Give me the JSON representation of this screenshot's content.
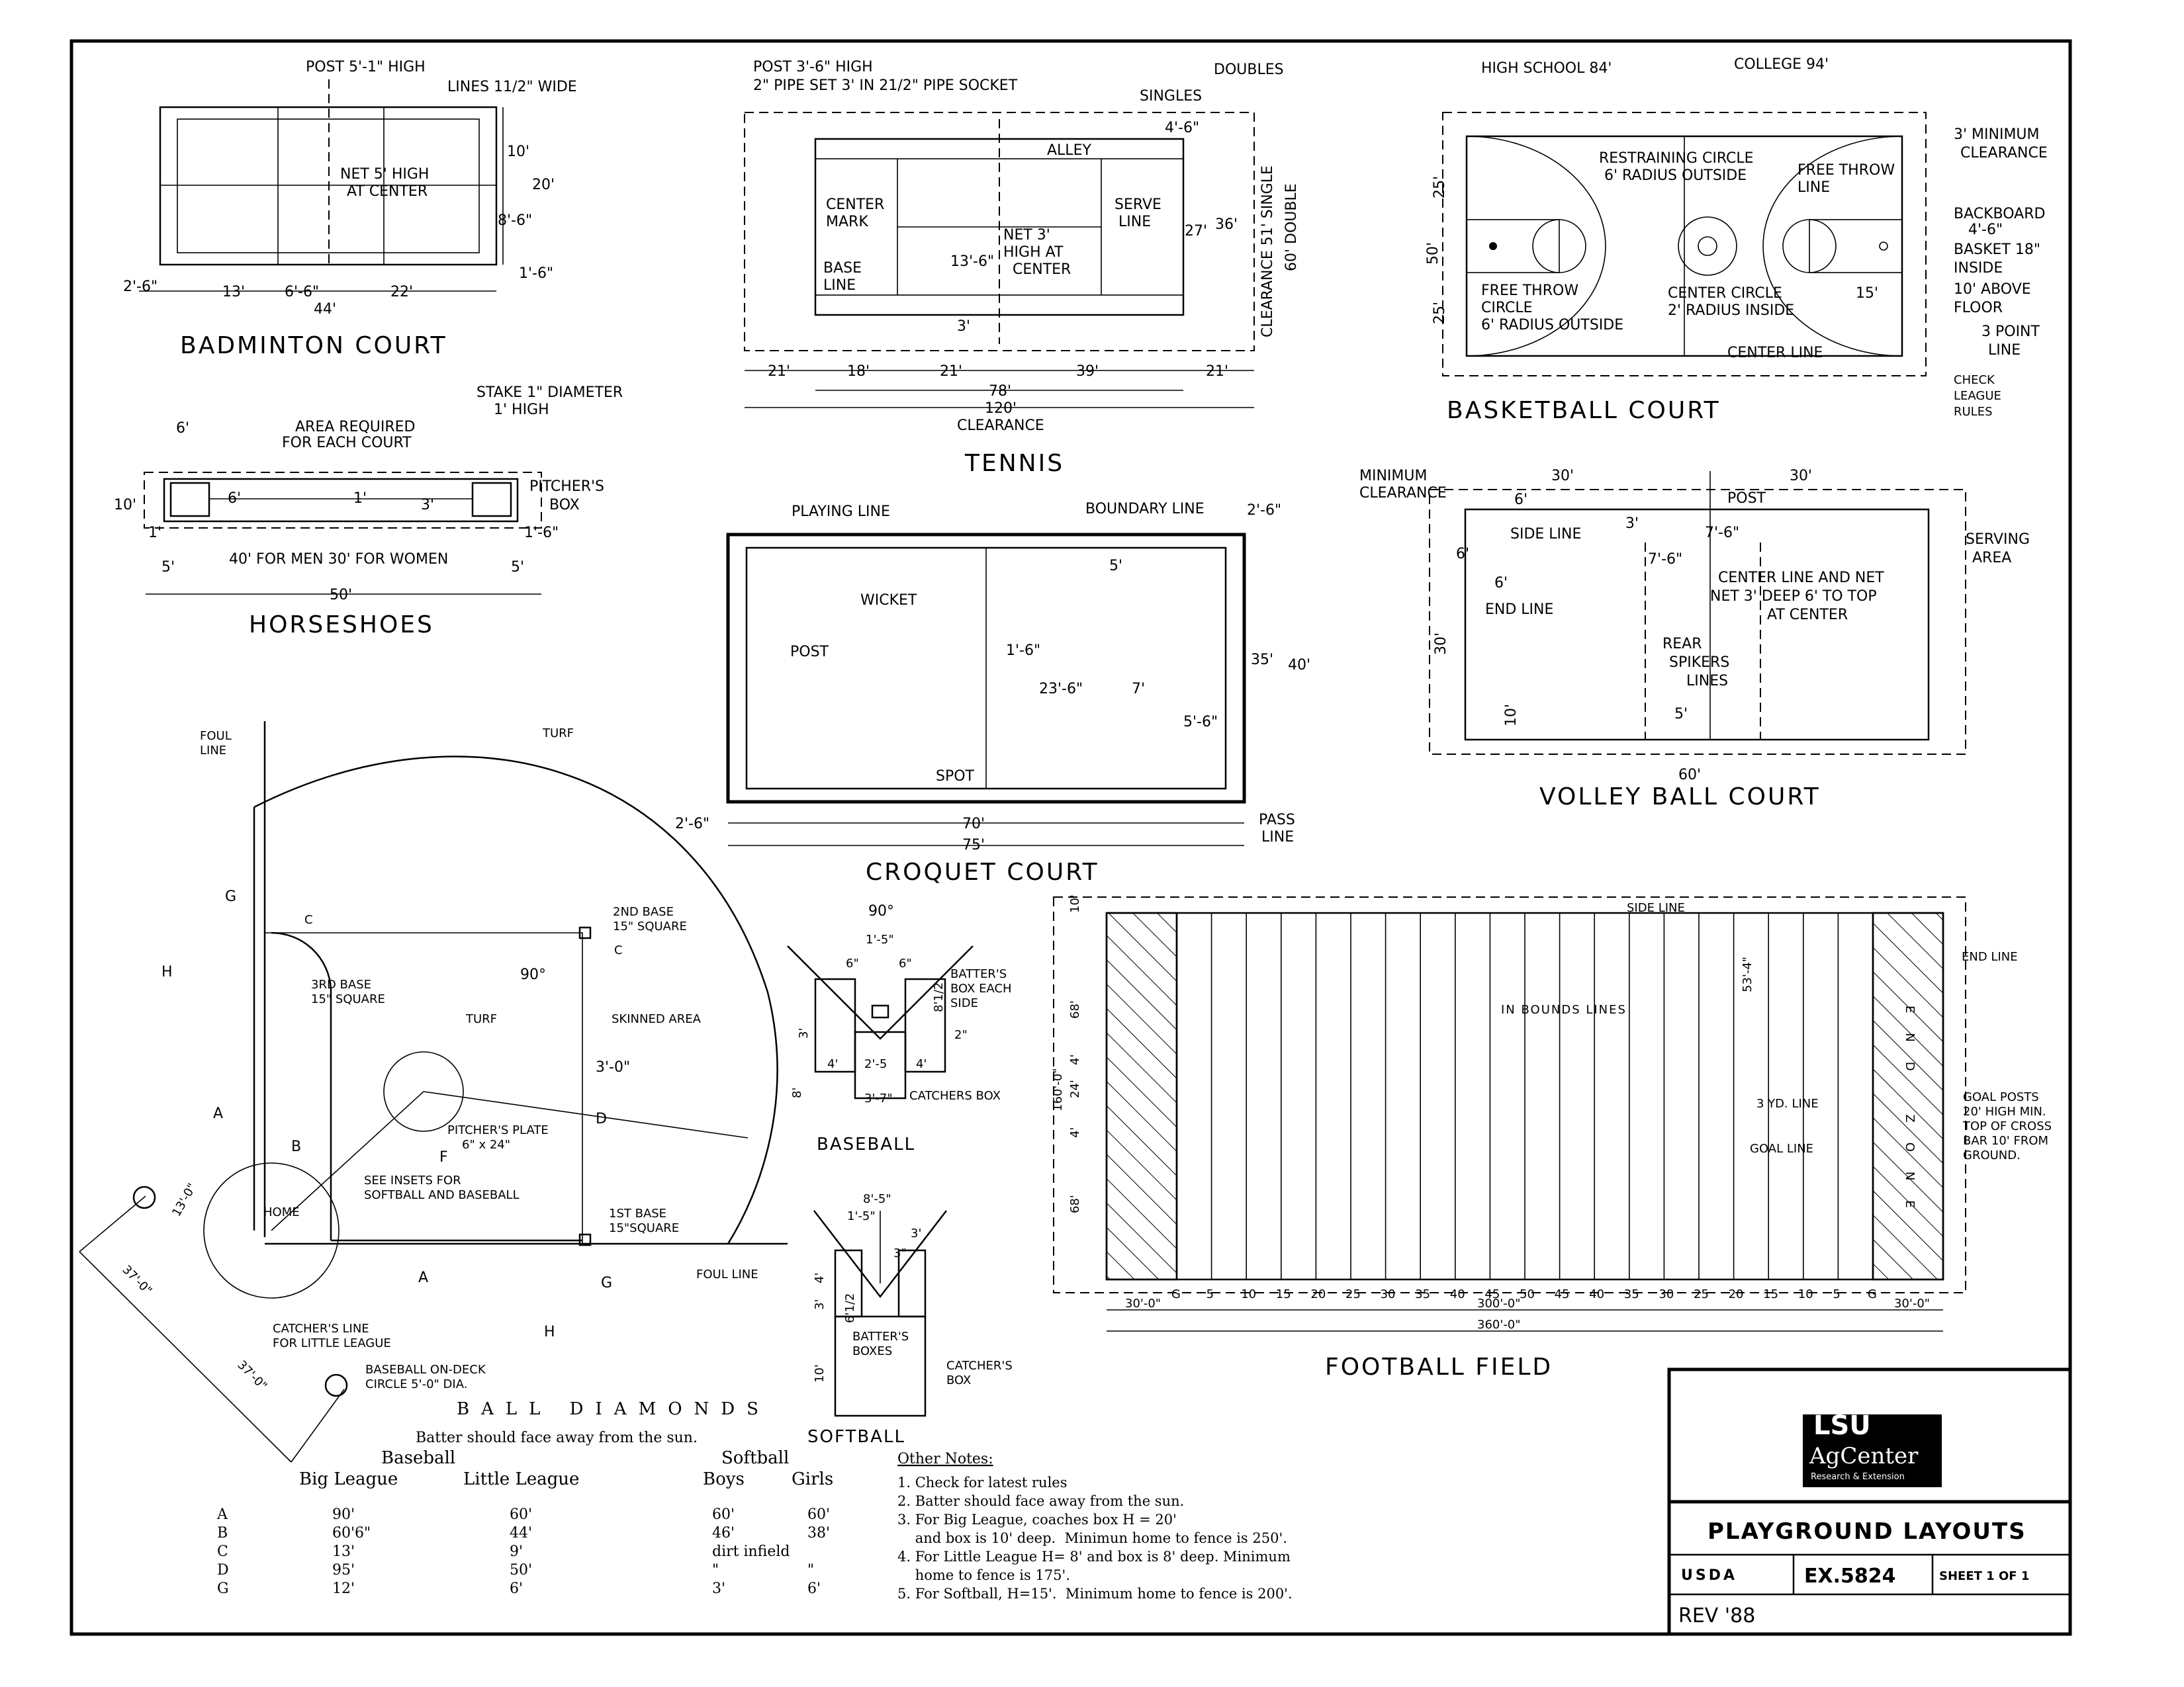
{
  "badminton": {
    "title": "BADMINTON COURT",
    "post": "POST 5'-1\" HIGH",
    "lines": "LINES 11/2\" WIDE",
    "net": "NET 5' HIGH",
    "net2": "AT CENTER",
    "d10": "10'",
    "d20": "20'",
    "d8_6": "8'-6\"",
    "d1_6": "1'-6\"",
    "d2_6": "2'-6\"",
    "d13": "13'",
    "d6_6": "6'-6\"",
    "d22": "22'",
    "d44": "44'"
  },
  "tennis": {
    "title": "TENNIS",
    "post": "POST 3'-6\" HIGH",
    "pipe": "2\" PIPE SET 3' IN 21/2\" PIPE SOCKET",
    "doubles": "DOUBLES",
    "singles": "SINGLES",
    "alley": "ALLEY",
    "center_mark": "CENTER",
    "center_mark2": "MARK",
    "serve": "SERVE",
    "serve2": "LINE",
    "net": "NET 3'",
    "net2": "HIGH AT",
    "net3": "CENTER",
    "base": "BASE",
    "base2": "LINE",
    "d4_6": "4'-6\"",
    "d27": "27'",
    "d36": "36'",
    "d13_6": "13'-6\"",
    "d3": "3'",
    "clear_single": "CLEARANCE 51' SINGLE",
    "clear_double": "60' DOUBLE",
    "d21a": "21'",
    "d18": "18'",
    "d21b": "21'",
    "d39": "39'",
    "d21c": "21'",
    "d78": "78'",
    "d120": "120'",
    "clearance": "CLEARANCE"
  },
  "basketball": {
    "title": "BASKETBALL COURT",
    "hs": "HIGH SCHOOL 84'",
    "college": "COLLEGE 94'",
    "min_clear": "3' MINIMUM",
    "min_clear2": "CLEARANCE",
    "restrain": "RESTRAINING CIRCLE",
    "restrain2": "6' RADIUS OUTSIDE",
    "ft": "FREE THROW",
    "ft2": "LINE",
    "backboard": "BACKBOARD",
    "backboard2": "4'-6\"",
    "basket": "BASKET 18\"",
    "basket2": "INSIDE",
    "basket3": "10' ABOVE",
    "basket4": "FLOOR",
    "ftc": "FREE THROW",
    "ftc2": "CIRCLE",
    "ftc3": "6' RADIUS OUTSIDE",
    "cc": "CENTER CIRCLE",
    "cc2": "2' RADIUS INSIDE",
    "d15": "15'",
    "three": "3 POINT",
    "three2": "LINE",
    "center_line": "CENTER LINE",
    "check": "CHECK",
    "check2": "LEAGUE",
    "check3": "RULES",
    "d25a": "25'",
    "d50": "50'",
    "d25b": "25'"
  },
  "horseshoes": {
    "title": "HORSESHOES",
    "stake": "STAKE 1\" DIAMETER",
    "stake2": "1' HIGH",
    "area": "AREA REQUIRED",
    "area2": "FOR EACH COURT",
    "box": "PITCHER'S",
    "box2": "BOX",
    "d6a": "6'",
    "d10": "10'",
    "d6b": "6'",
    "d1a": "1'",
    "d3": "3'",
    "d1b": "1'",
    "d1_6": "1'-6\"",
    "d5a": "5'",
    "dist": "40' FOR MEN  30' FOR WOMEN",
    "d5b": "5'",
    "d50": "50'"
  },
  "croquet": {
    "title": "CROQUET COURT",
    "playing": "PLAYING LINE",
    "boundary": "BOUNDARY LINE",
    "d2_6top": "2'-6\"",
    "wicket": "WICKET",
    "post": "POST",
    "d5": "5'",
    "d1_6": "1'-6\"",
    "d23_6": "23'-6\"",
    "d7": "7'",
    "d5_6": "5'-6\"",
    "d35": "35'",
    "d40": "40'",
    "spot": "SPOT",
    "pass": "PASS",
    "pass2": "LINE",
    "d2_6": "2'-6\"",
    "d70": "70'",
    "d75": "75'"
  },
  "volleyball": {
    "title": "VOLLEY BALL COURT",
    "min": "MINIMUM",
    "min2": "CLEARANCE",
    "d6a": "6'",
    "d30a": "30'",
    "d30b": "30'",
    "post": "POST",
    "side": "SIDE LINE",
    "d3": "3'",
    "d7_6a": "7'-6\"",
    "d7_6b": "7'-6\"",
    "serving": "SERVING",
    "serving2": "AREA",
    "d6b": "6'",
    "d6c": "6'",
    "end": "END LINE",
    "cl": "CENTER LINE AND NET",
    "cl2": "NET 3' DEEP 6' TO TOP",
    "cl3": "AT CENTER",
    "d30c": "30'",
    "rear": "REAR",
    "rear2": "SPIKERS",
    "rear3": "LINES",
    "d10": "10'",
    "d5": "5'",
    "d60": "60'"
  },
  "diamond": {
    "title": "BALL DIAMONDS",
    "subtitle": "Batter should face away from the sun.",
    "foul": "FOUL",
    "foul2": "LINE",
    "turf_top": "TURF",
    "g": "G",
    "h": "H",
    "c1": "C",
    "c2": "C",
    "second": "2ND BASE",
    "second2": "15\" SQUARE",
    "third": "3RD BASE",
    "third2": "15\" SQUARE",
    "deg90": "90°",
    "turf": "TURF",
    "skinned": "SKINNED AREA",
    "d3_0": "3'-0\"",
    "a": "A",
    "b": "B",
    "d": "D",
    "f": "F",
    "plate": "PITCHER'S PLATE",
    "plate2": "6\" x 24\"",
    "insets": "SEE INSETS FOR",
    "insets2": "SOFTBALL AND BASEBALL",
    "d13_0": "13'-0\"",
    "home": "HOME",
    "first": "1ST BASE",
    "first2": "15\"SQUARE",
    "foulline": "FOUL LINE",
    "a2": "A",
    "g2": "G",
    "h2": "H",
    "d37a": "37'-0\"",
    "d37b": "37'-0\"",
    "catcher": "CATCHER'S LINE",
    "catcher2": "FOR LITTLE LEAGUE",
    "deck": "BASEBALL  ON-DECK",
    "deck2": "CIRCLE  5'-0\" DIA."
  },
  "baseball_inset": {
    "title": "BASEBALL",
    "deg": "90°",
    "d1_5": "1'-5\"",
    "d6a": "6\"",
    "d6b": "6\"",
    "batters": "BATTER'S",
    "batters2": "BOX EACH",
    "batters3": "SIDE",
    "d8_2": "8'1/2",
    "d3": "3'",
    "d2": "2\"",
    "d8": "8'",
    "d4a": "4'",
    "d2_5": "2'-5",
    "d4b": "4'",
    "d3_7": "3'-7\"",
    "catch": "CATCHERS BOX"
  },
  "softball_inset": {
    "title": "SOFTBALL",
    "d8_5": "8'-5\"",
    "d1_5": "1'-5\"",
    "d3": "3'",
    "d3b": "3\"",
    "d4": "4'",
    "d3c": "3'",
    "d6_2": "6'1/2",
    "batters": "BATTER'S",
    "batters2": "BOXES",
    "d10": "10'",
    "catch": "CATCHER'S",
    "catch2": "BOX"
  },
  "football": {
    "title": "FOOTBALL FIELD",
    "side": "SIDE LINE",
    "end": "END LINE",
    "inbounds": "IN  BOUNDS  LINES",
    "d53_4": "53'-4\"",
    "d10": "10'",
    "d68a": "68'",
    "d160": "160'-0\"",
    "d24": "24'",
    "d4a": "4'",
    "d4b": "4'",
    "d68b": "68'",
    "yd3": "3 YD. LINE",
    "goal": "GOAL  LINE",
    "endzone": "END ZONE",
    "posts": "GOAL POSTS",
    "posts2": "20' HIGH MIN.",
    "posts3": "TOP OF CROSS",
    "posts4": "BAR 10' FROM",
    "posts5": "GROUND.",
    "yards": [
      "G",
      "5",
      "10",
      "15",
      "20",
      "25",
      "30",
      "35",
      "40",
      "45",
      "50",
      "45",
      "40",
      "35",
      "30",
      "25",
      "20",
      "15",
      "10",
      "5",
      "G"
    ],
    "d30a": "30'-0\"",
    "d300": "300'-0\"",
    "d30b": "30'-0\"",
    "d360": "360'-0\""
  },
  "table": {
    "grp_baseball": "Baseball",
    "grp_softball": "Softball",
    "columns": [
      "Big League",
      "Little League",
      "Boys",
      "Girls"
    ],
    "rows": [
      {
        "key": "A",
        "vals": [
          "90'",
          "60'",
          "60'",
          "60'"
        ]
      },
      {
        "key": "B",
        "vals": [
          "60'6\"",
          "44'",
          "46'",
          "38'"
        ]
      },
      {
        "key": "C",
        "vals": [
          "13'",
          "9'",
          "dirt infield",
          ""
        ]
      },
      {
        "key": "D",
        "vals": [
          "95'",
          "50'",
          "\"",
          "\""
        ]
      },
      {
        "key": "G",
        "vals": [
          "12'",
          "6'",
          "3'",
          "6'"
        ]
      }
    ]
  },
  "notes": {
    "heading": "Other Notes:",
    "items": [
      "1. Check for latest rules",
      "2. Batter should face away from the sun.",
      "3. For Big League, coaches box H = 20'",
      "    and box is 10' deep.  Minimun home to fence is 250'.",
      "4. For Little League H= 8' and box is 8' deep. Minimum",
      "    home to fence is 175'.",
      "5. For Softball, H=15'.  Minimum home to fence is 200'."
    ]
  },
  "titleblock": {
    "logo": "LSU",
    "logo2": "AgCenter",
    "logo3": "Research & Extension",
    "title": "PLAYGROUND LAYOUTS",
    "usda": "USDA",
    "ex": "EX.5824",
    "sheet": "SHEET 1 OF 1",
    "rev": "REV '88"
  }
}
